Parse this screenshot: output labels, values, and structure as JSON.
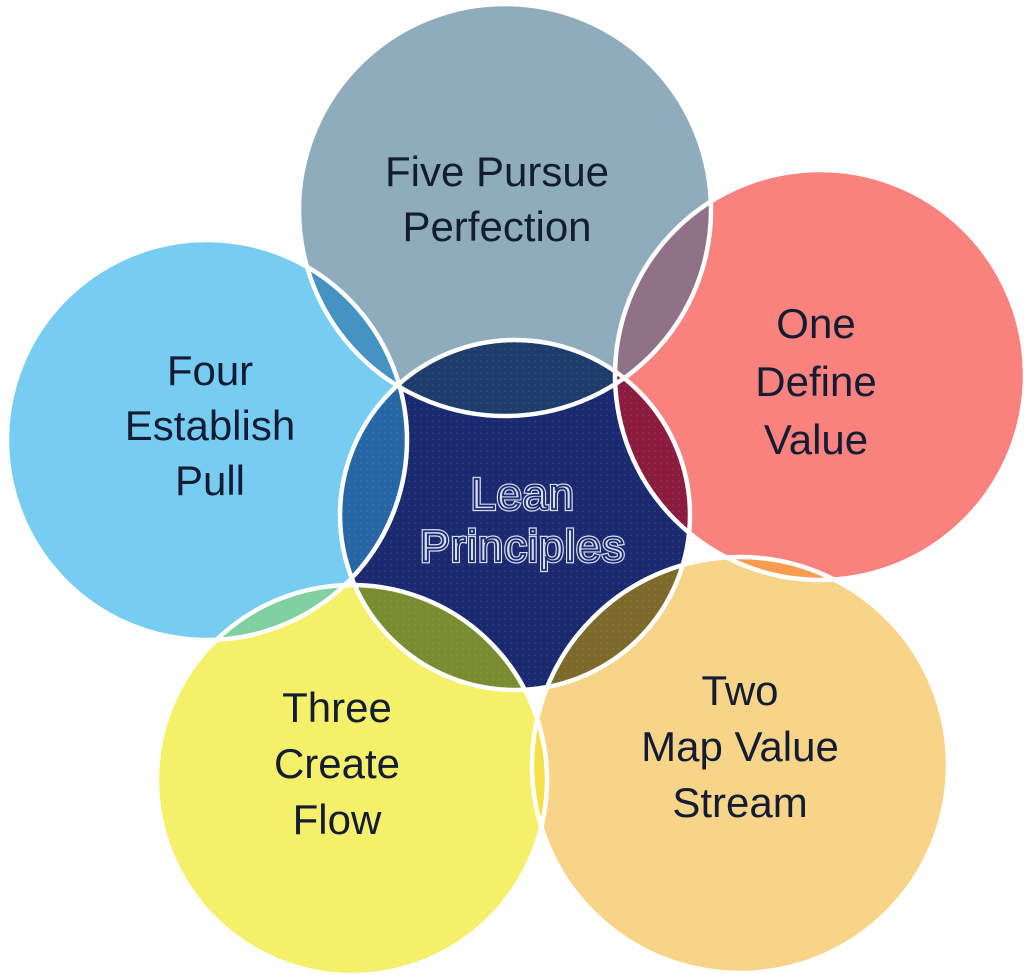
{
  "diagram": {
    "background": "#FFFFFF",
    "outline_color": "#FFFFFF",
    "text_color": "#131C33",
    "center": {
      "lines": [
        "Lean",
        "Principles"
      ],
      "fill": "#1B2A70",
      "dot_color": "#FFFFFF",
      "text_outline": "#D8DEEF",
      "text_inline": "#1B2A70"
    },
    "principles": [
      {
        "number_word": "Five",
        "principle": "Pursue Perfection",
        "lines": [
          "Five Pursue",
          "Perfection"
        ],
        "fill": "#8FACBC",
        "position": "top"
      },
      {
        "number_word": "One",
        "principle": "Define Value",
        "lines": [
          "One",
          "Define",
          "Value"
        ],
        "fill": "#F9827E",
        "position": "right"
      },
      {
        "number_word": "Two",
        "principle": "Map Value Stream",
        "lines": [
          "Two",
          "Map Value",
          "Stream"
        ],
        "fill": "#F8D488",
        "position": "bottom-right"
      },
      {
        "number_word": "Three",
        "principle": "Create Flow",
        "lines": [
          "Three",
          "Create",
          "Flow"
        ],
        "fill": "#F5F06A",
        "position": "bottom-left"
      },
      {
        "number_word": "Four",
        "principle": "Establish Pull",
        "lines": [
          "Four",
          "Establish",
          "Pull"
        ],
        "fill": "#76CDF1",
        "position": "left"
      }
    ],
    "overlaps": {
      "five_four": "#4593C3",
      "five_one": "#8F7286",
      "one_two": "#F89C4F",
      "three_four": "#80D0A2",
      "two_three": "#F4E049",
      "center_five": "#1D3C6C",
      "center_one": "#8C1B40",
      "center_two": "#7D6A2B",
      "center_three": "#7A8C30",
      "center_four": "#2766A5"
    }
  }
}
